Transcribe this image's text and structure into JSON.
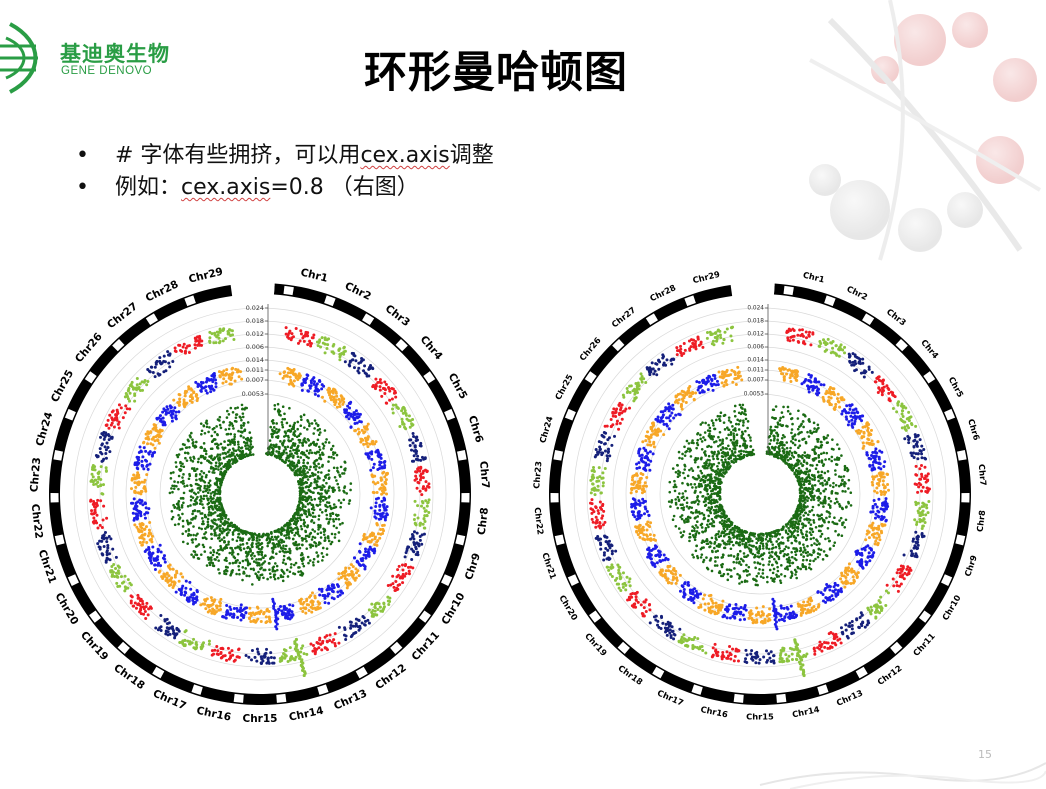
{
  "slide": {
    "title": "环形曼哈顿图",
    "bullets": [
      {
        "symbol": "•",
        "text_before": "# 字体有些拥挤，可以用",
        "underlined": "cex.axis",
        "text_after": "调整"
      },
      {
        "symbol": "•",
        "text_before": "例如：",
        "underlined": "cex.axis",
        "text_after": "=0.8 （右图）"
      }
    ],
    "page_number": "15"
  },
  "logo": {
    "cn": "基迪奥生物",
    "en": "GENE DENOVO",
    "color": "#2a9d45"
  },
  "colors": {
    "red": "#ee1c25",
    "lightgreen": "#8cc43f",
    "navy": "#15207a",
    "orange": "#f7a727",
    "blue": "#1d1de8",
    "darkgreen": "#1b6b14",
    "ring_black": "#000000"
  },
  "chart_data": [
    {
      "type": "scatter",
      "subtype": "circular-manhattan",
      "title": "",
      "chromosomes": [
        "Chr1",
        "Chr2",
        "Chr3",
        "Chr4",
        "Chr5",
        "Chr6",
        "Chr7",
        "Chr8",
        "Chr9",
        "Chr10",
        "Chr11",
        "Chr12",
        "Chr13",
        "Chr14",
        "Chr15",
        "Chr16",
        "Chr17",
        "Chr18",
        "Chr19",
        "Chr20",
        "Chr21",
        "Chr22",
        "Chr23",
        "Chr24",
        "Chr25",
        "Chr26",
        "Chr27",
        "Chr28",
        "Chr29"
      ],
      "tracks": [
        {
          "track": "outer",
          "tick_labels": [
            "0.024",
            "0.018",
            "0.012",
            "0.006"
          ],
          "ylim": [
            0,
            0.024
          ],
          "colors": [
            "red",
            "lightgreen",
            "navy"
          ]
        },
        {
          "track": "middle",
          "tick_labels": [
            "0.014",
            "0.011",
            "0.007"
          ],
          "ylim": [
            0,
            0.014
          ],
          "colors": [
            "orange",
            "blue"
          ]
        },
        {
          "track": "inner",
          "tick_labels": [
            "0.0053"
          ],
          "ylim": [
            0,
            0.0053
          ],
          "colors": [
            "darkgreen"
          ]
        }
      ],
      "highlight": {
        "chromosome": "Chr14",
        "track": "outer"
      },
      "label_font": "default (crowded)"
    },
    {
      "type": "scatter",
      "subtype": "circular-manhattan",
      "title": "",
      "cex_axis": 0.8,
      "chromosomes": [
        "Chr1",
        "Chr2",
        "Chr3",
        "Chr4",
        "Chr5",
        "Chr6",
        "Chr7",
        "Chr8",
        "Chr9",
        "Chr10",
        "Chr11",
        "Chr12",
        "Chr13",
        "Chr14",
        "Chr15",
        "Chr16",
        "Chr17",
        "Chr18",
        "Chr19",
        "Chr20",
        "Chr21",
        "Chr22",
        "Chr23",
        "Chr24",
        "Chr25",
        "Chr26",
        "Chr27",
        "Chr28",
        "Chr29"
      ],
      "tracks": [
        {
          "track": "outer",
          "tick_labels": [
            "0.024",
            "0.018",
            "0.012",
            "0.006"
          ],
          "ylim": [
            0,
            0.024
          ],
          "colors": [
            "red",
            "lightgreen",
            "navy"
          ]
        },
        {
          "track": "middle",
          "tick_labels": [
            "0.014",
            "0.011",
            "0.007"
          ],
          "ylim": [
            0,
            0.014
          ],
          "colors": [
            "orange",
            "blue"
          ]
        },
        {
          "track": "inner",
          "tick_labels": [
            "0.0053"
          ],
          "ylim": [
            0,
            0.0053
          ],
          "colors": [
            "darkgreen"
          ]
        }
      ],
      "highlight": {
        "chromosome": "Chr14",
        "track": "outer"
      },
      "label_font": "cex.axis=0.8"
    }
  ]
}
